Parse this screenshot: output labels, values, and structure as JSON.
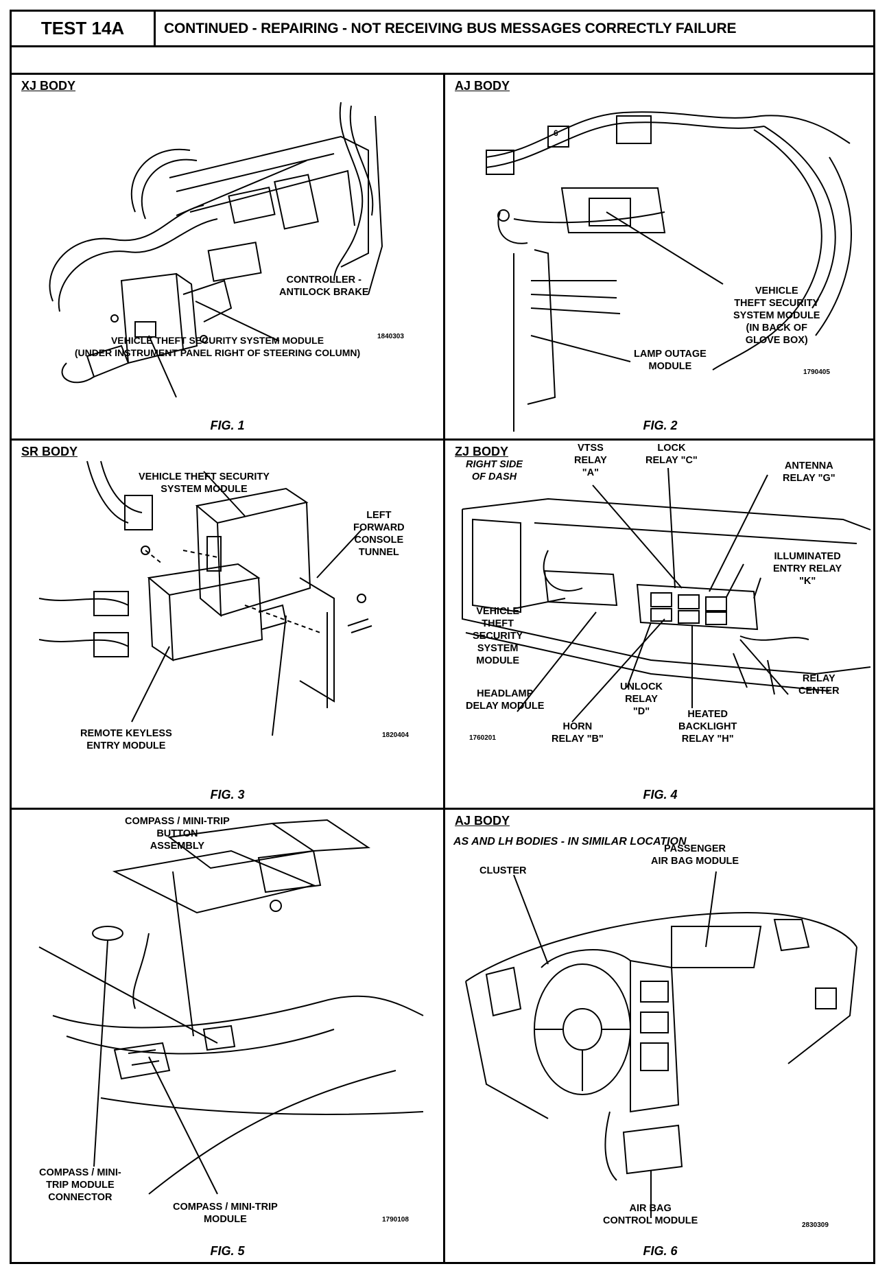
{
  "header": {
    "test_label": "TEST 14A",
    "title": "CONTINUED -  REPAIRING - NOT RECEIVING BUS MESSAGES CORRECTLY FAILURE"
  },
  "panels": {
    "p1": {
      "title": "XJ BODY",
      "labels": {
        "controller": [
          "CONTROLLER -",
          "ANTILOCK BRAKE"
        ],
        "vtss": [
          "VEHICLE THEFT SECURITY SYSTEM MODULE",
          "(UNDER INSTRUMENT PANEL RIGHT OF STEERING COLUMN)"
        ]
      },
      "code": "1840303",
      "fig": "FIG. 1"
    },
    "p2": {
      "title": "AJ BODY",
      "labels": {
        "vtss": [
          "VEHICLE",
          "THEFT SECURITY",
          "SYSTEM MODULE",
          "(IN BACK OF",
          "GLOVE BOX)"
        ],
        "lamp": [
          "LAMP OUTAGE",
          "MODULE"
        ],
        "small_6": "6"
      },
      "code": "1790405",
      "fig": "FIG. 2"
    },
    "p3": {
      "title": "SR BODY",
      "labels": {
        "vtss": [
          "VEHICLE THEFT SECURITY",
          "SYSTEM MODULE"
        ],
        "console": [
          "LEFT",
          "FORWARD",
          "CONSOLE",
          "TUNNEL"
        ],
        "rke": [
          "REMOTE KEYLESS",
          "ENTRY MODULE"
        ]
      },
      "code": "1820404",
      "fig": "FIG. 3"
    },
    "p4": {
      "title": "ZJ BODY",
      "subtitle": [
        "RIGHT SIDE",
        "OF DASH"
      ],
      "labels": {
        "vtss_relay": [
          "VTSS",
          "RELAY",
          "\"A\""
        ],
        "lock_relay": [
          "LOCK",
          "RELAY \"C\""
        ],
        "antenna_relay": [
          "ANTENNA",
          "RELAY \"G\""
        ],
        "illum_relay": [
          "ILLUMINATED",
          "ENTRY RELAY",
          "\"K\""
        ],
        "vtss_module": [
          "VEHICLE",
          "THEFT",
          "SECURITY",
          "SYSTEM",
          "MODULE"
        ],
        "headlamp": [
          "HEADLAMP",
          "DELAY MODULE"
        ],
        "unlock": [
          "UNLOCK",
          "RELAY",
          "\"D\""
        ],
        "horn": [
          "HORN",
          "RELAY \"B\""
        ],
        "heated": [
          "HEATED",
          "BACKLIGHT",
          "RELAY \"H\""
        ],
        "relay_center": [
          "RELAY",
          "CENTER"
        ]
      },
      "code": "1760201",
      "fig": "FIG. 4"
    },
    "p5": {
      "labels": {
        "button": [
          "COMPASS / MINI-TRIP",
          "BUTTON",
          "ASSEMBLY"
        ],
        "connector": [
          "COMPASS / MINI-",
          "TRIP MODULE",
          "CONNECTOR"
        ],
        "module": [
          "COMPASS / MINI-TRIP",
          "MODULE"
        ]
      },
      "code": "1790108",
      "fig": "FIG. 5"
    },
    "p6": {
      "title": "AJ BODY",
      "subtitle": "AS AND LH BODIES - IN SIMILAR LOCATION",
      "labels": {
        "passenger": [
          "PASSENGER",
          "AIR BAG MODULE"
        ],
        "cluster": "CLUSTER",
        "control": [
          "AIR BAG",
          "CONTROL MODULE"
        ]
      },
      "code": "2830309",
      "fig": "FIG. 6"
    }
  }
}
